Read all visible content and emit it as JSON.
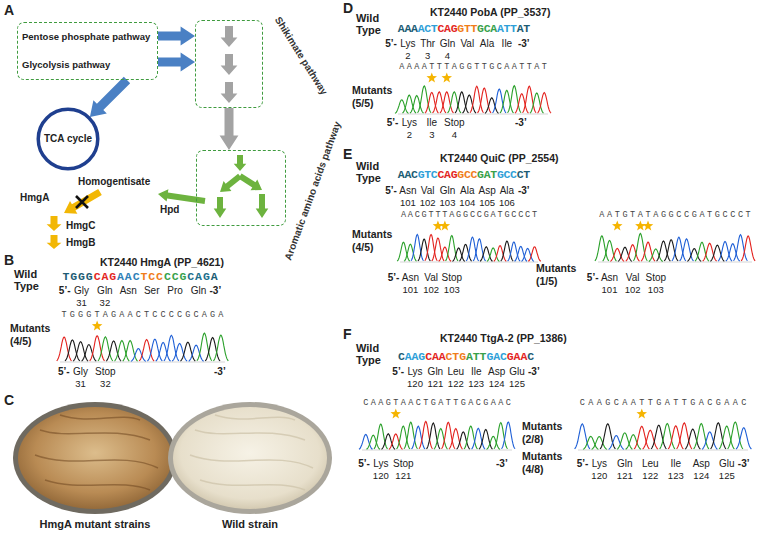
{
  "diagram": {
    "nodes": [
      {
        "text": [
          "Pentose phosphate pathway",
          "Glycolysis pathway"
        ]
      },
      {
        "text": [
          "Shikimate pathway"
        ]
      },
      {
        "text": [
          "TCA cycle"
        ]
      },
      {
        "text": [
          "Aromatic amino acids pathway"
        ]
      }
    ],
    "edges": [
      {
        "from": 0,
        "to": 1,
        "arrow": "to"
      },
      {
        "from": 0,
        "to": 2,
        "arrow": "to"
      },
      {
        "from": 1,
        "to": 3,
        "arrow": "to"
      }
    ],
    "labels": [
      "A",
      "Homogentisate",
      "Hpd",
      "HmgA",
      "HmgC",
      "HmgB",
      "B",
      "KT2440 HmgA (PP_4621)",
      "Wild Type",
      "TGGGCAGAACTCCCCGCAGA",
      "5’-",
      "Gly",
      "Gln",
      "Asn",
      "Ser",
      "Pro",
      "Gln",
      "-3’",
      "31",
      "32",
      "TGGGTAGAACTCCCCGCAGA",
      "Mutants (4/5)",
      "5’-",
      "Gly",
      "Stop",
      "-3’",
      "31",
      "32",
      "C",
      "HmgA mutant strains",
      "Wild strain",
      "D",
      "KT2440 PobA (PP_3537)",
      "Wild Type",
      "AAAACTCAGGTTGCAATTAT",
      "5’-",
      "Lys",
      "Thr",
      "Gln",
      "Val",
      "Ala",
      "Ile",
      "-3’",
      "2",
      "3",
      "4",
      "AAAATTTAGGTTGCAATTAT",
      "Mutants (5/5)",
      "5’-",
      "Lys",
      "Ile",
      "Stop",
      "-3’",
      "2",
      "3",
      "4",
      "E",
      "KT2440 QuiC (PP_2554)",
      "Wild Type",
      "AACGTCCAGGCCGATGCCCT",
      "5’-",
      "Asn",
      "Val",
      "Gln",
      "Ala",
      "Asp",
      "Ala",
      "-3’",
      "101",
      "102",
      "103",
      "104",
      "105",
      "106",
      "AACGTTTAGGCCGATGCCCT",
      "Mutants (4/5)",
      "5’-",
      "Asn",
      "Val",
      "Stop",
      "101",
      "102",
      "103",
      "AATGTATAGGCCGATGCCCT",
      "Mutants (1/5)",
      "5’-",
      "Asn",
      "Val",
      "Stop",
      "101",
      "102",
      "103",
      "F",
      "KT2440 TtgA-2 (PP_1386)",
      "Wild Type",
      "CAAGCAACTGATTGACGAAC",
      "5’-",
      "Lys",
      "Gln",
      "Leu",
      "Ile",
      "Asp",
      "Glu",
      "-3’",
      "120",
      "121",
      "122",
      "123",
      "124",
      "125",
      "CAAGTAACTGATTGACGAAC",
      "Mutants (2/8)",
      "5’-",
      "Lys",
      "Stop",
      "-3’",
      "120",
      "121",
      "CAAGCAATTGATTGACGAAC",
      "Mutants (4/8)",
      "5’-",
      "Lys",
      "Gln",
      "Leu",
      "Ile",
      "Asp",
      "Glu",
      "-3’",
      "120",
      "121",
      "122",
      "123",
      "124",
      "125"
    ]
  }
}
